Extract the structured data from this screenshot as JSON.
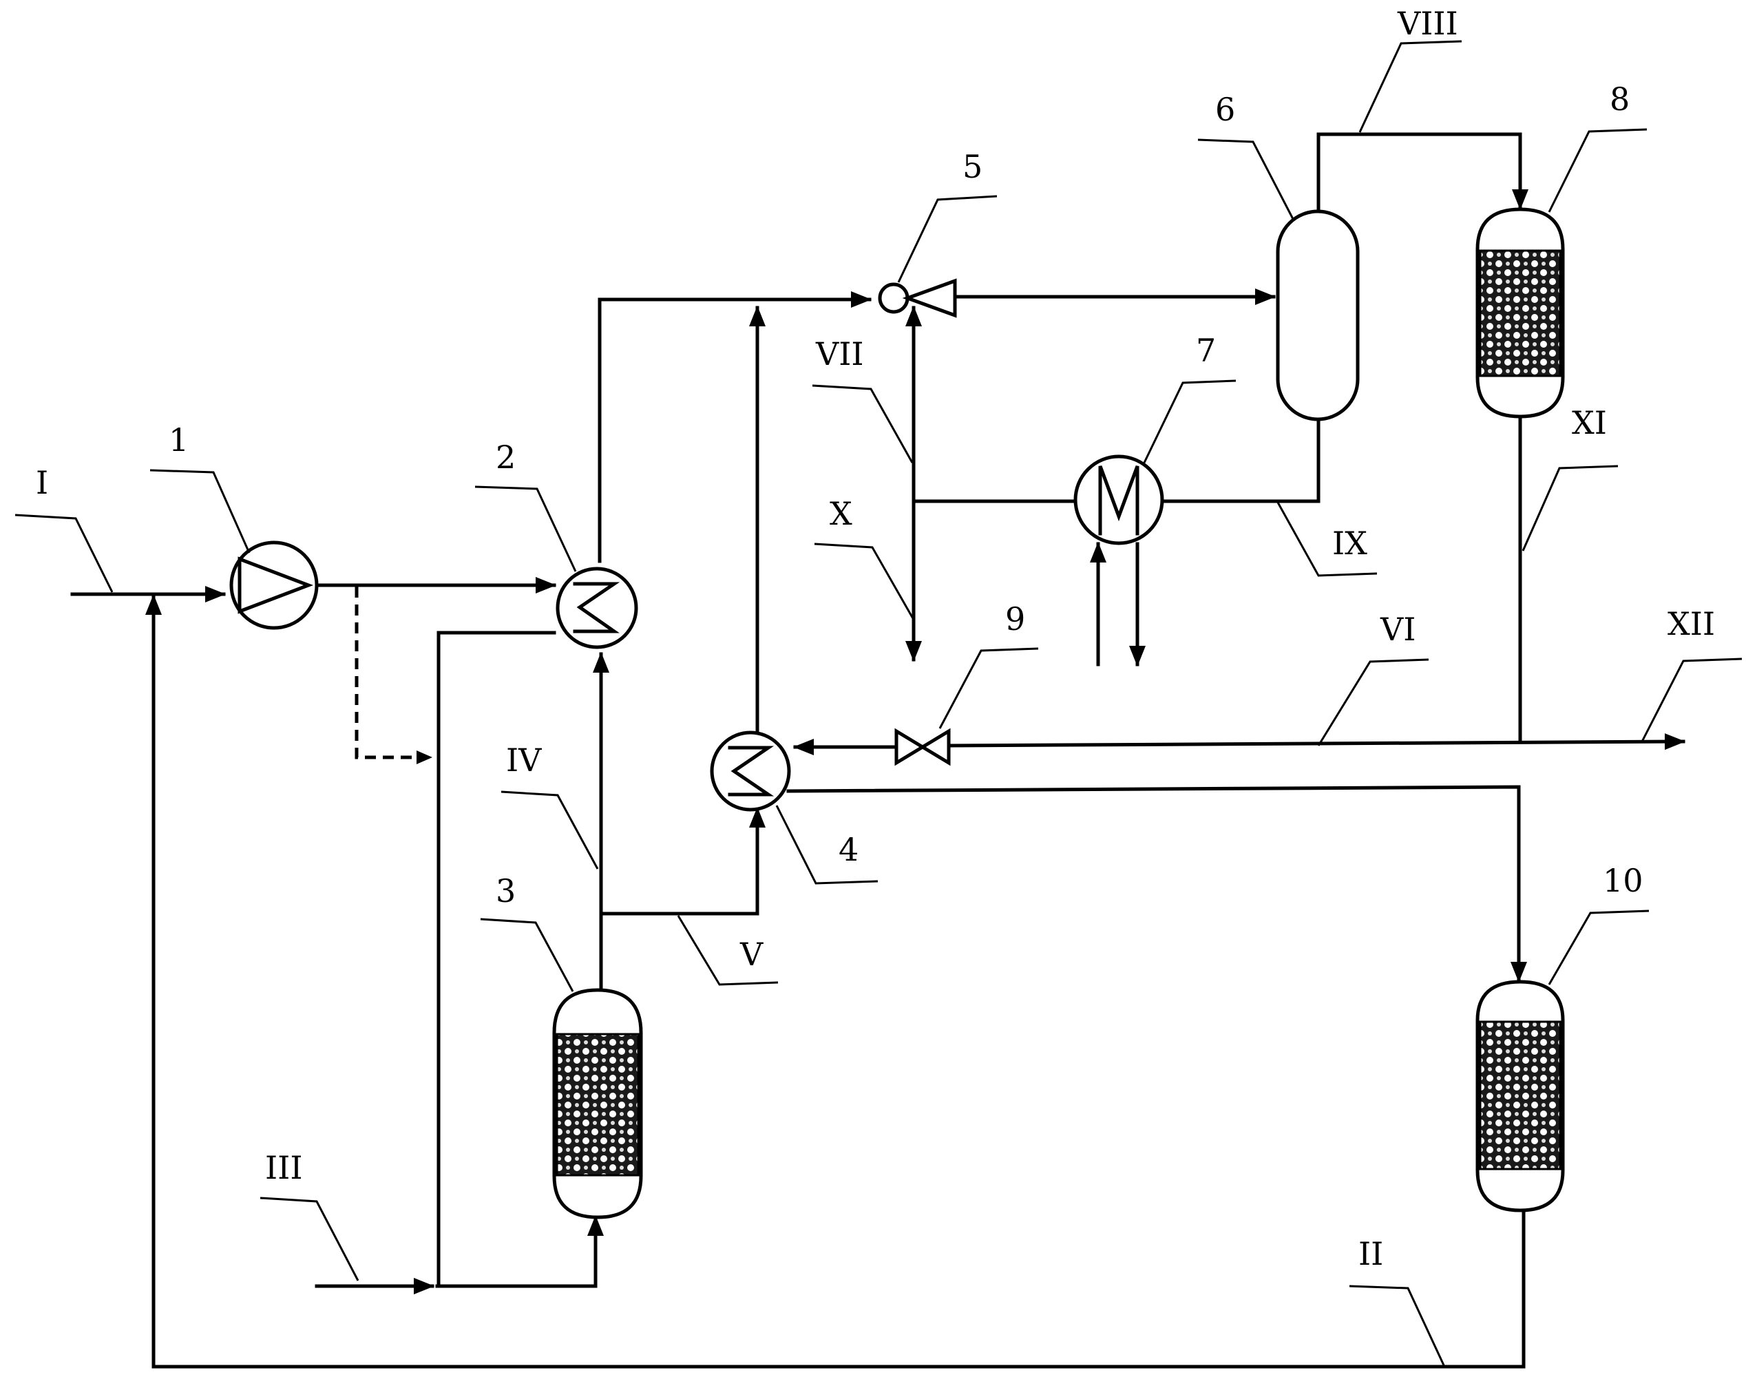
{
  "equipment_labels": {
    "e1": "1",
    "e2": "2",
    "e3": "3",
    "e4": "4",
    "e5": "5",
    "e6": "6",
    "e7": "7",
    "e8": "8",
    "e9": "9",
    "e10": "10"
  },
  "stream_labels": {
    "s1": "I",
    "s2": "II",
    "s3": "III",
    "s4": "IV",
    "s5": "V",
    "s6": "VI",
    "s7": "VII",
    "s8": "VIII",
    "s9": "IX",
    "s10": "X",
    "s11": "XI",
    "s12": "XII"
  },
  "colors": {
    "line": "#000000",
    "background": "#ffffff"
  }
}
